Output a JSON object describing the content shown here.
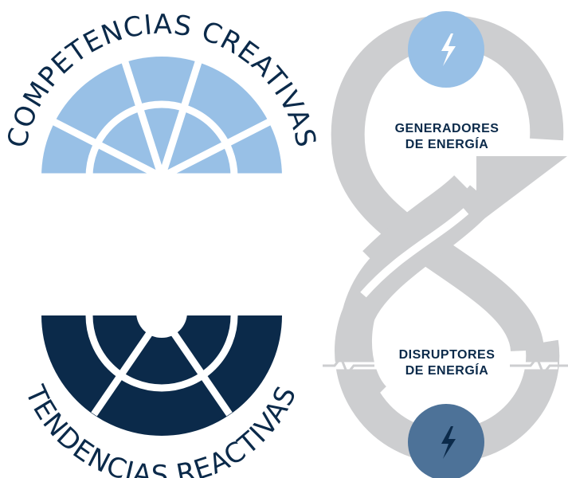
{
  "creative": {
    "title": "COMPETENCIAS CREATIVAS",
    "color": "#98c0e6"
  },
  "reactive": {
    "title": "TENDENCIAS REACTIVAS",
    "color": "#0b2a4a"
  },
  "infinity": {
    "color": "#cdced0",
    "generators_line1": "GENERADORES",
    "generators_line2": "DE ENERGÍA",
    "disruptors_line1": "DISRUPTORES",
    "disruptors_line2": "DE ENERGÍA",
    "top_icon": "lightning-bolt-icon",
    "bottom_icon": "lightning-bolt-icon",
    "top_badge_color": "#98c0e6",
    "bottom_badge_color": "#4d7298",
    "text_color": "#0b2a4a"
  }
}
